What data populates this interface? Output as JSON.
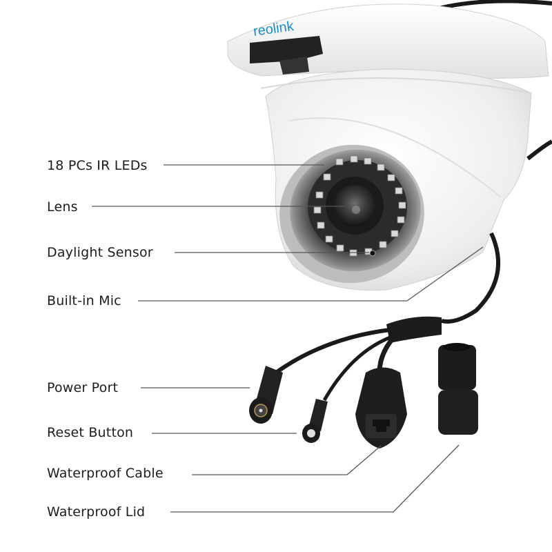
{
  "brand": {
    "logo_text": "reolink",
    "logo_color": "#1a8fc9"
  },
  "callouts": [
    {
      "id": "ir-leds",
      "label": "18 PCs IR LEDs"
    },
    {
      "id": "lens",
      "label": "Lens"
    },
    {
      "id": "daylight-sensor",
      "label": "Daylight Sensor"
    },
    {
      "id": "built-in-mic",
      "label": "Built-in Mic"
    },
    {
      "id": "power-port",
      "label": "Power Port"
    },
    {
      "id": "reset-button",
      "label": "Reset Button"
    },
    {
      "id": "waterproof-cable",
      "label": "Waterproof Cable"
    },
    {
      "id": "waterproof-lid",
      "label": "Waterproof Lid"
    }
  ],
  "colors": {
    "housing": "#f2f2f2",
    "housing_shadow": "#d9d9d9",
    "cable": "#1a1a1a",
    "leader_line": "#555555",
    "text": "#1c1c1c"
  }
}
